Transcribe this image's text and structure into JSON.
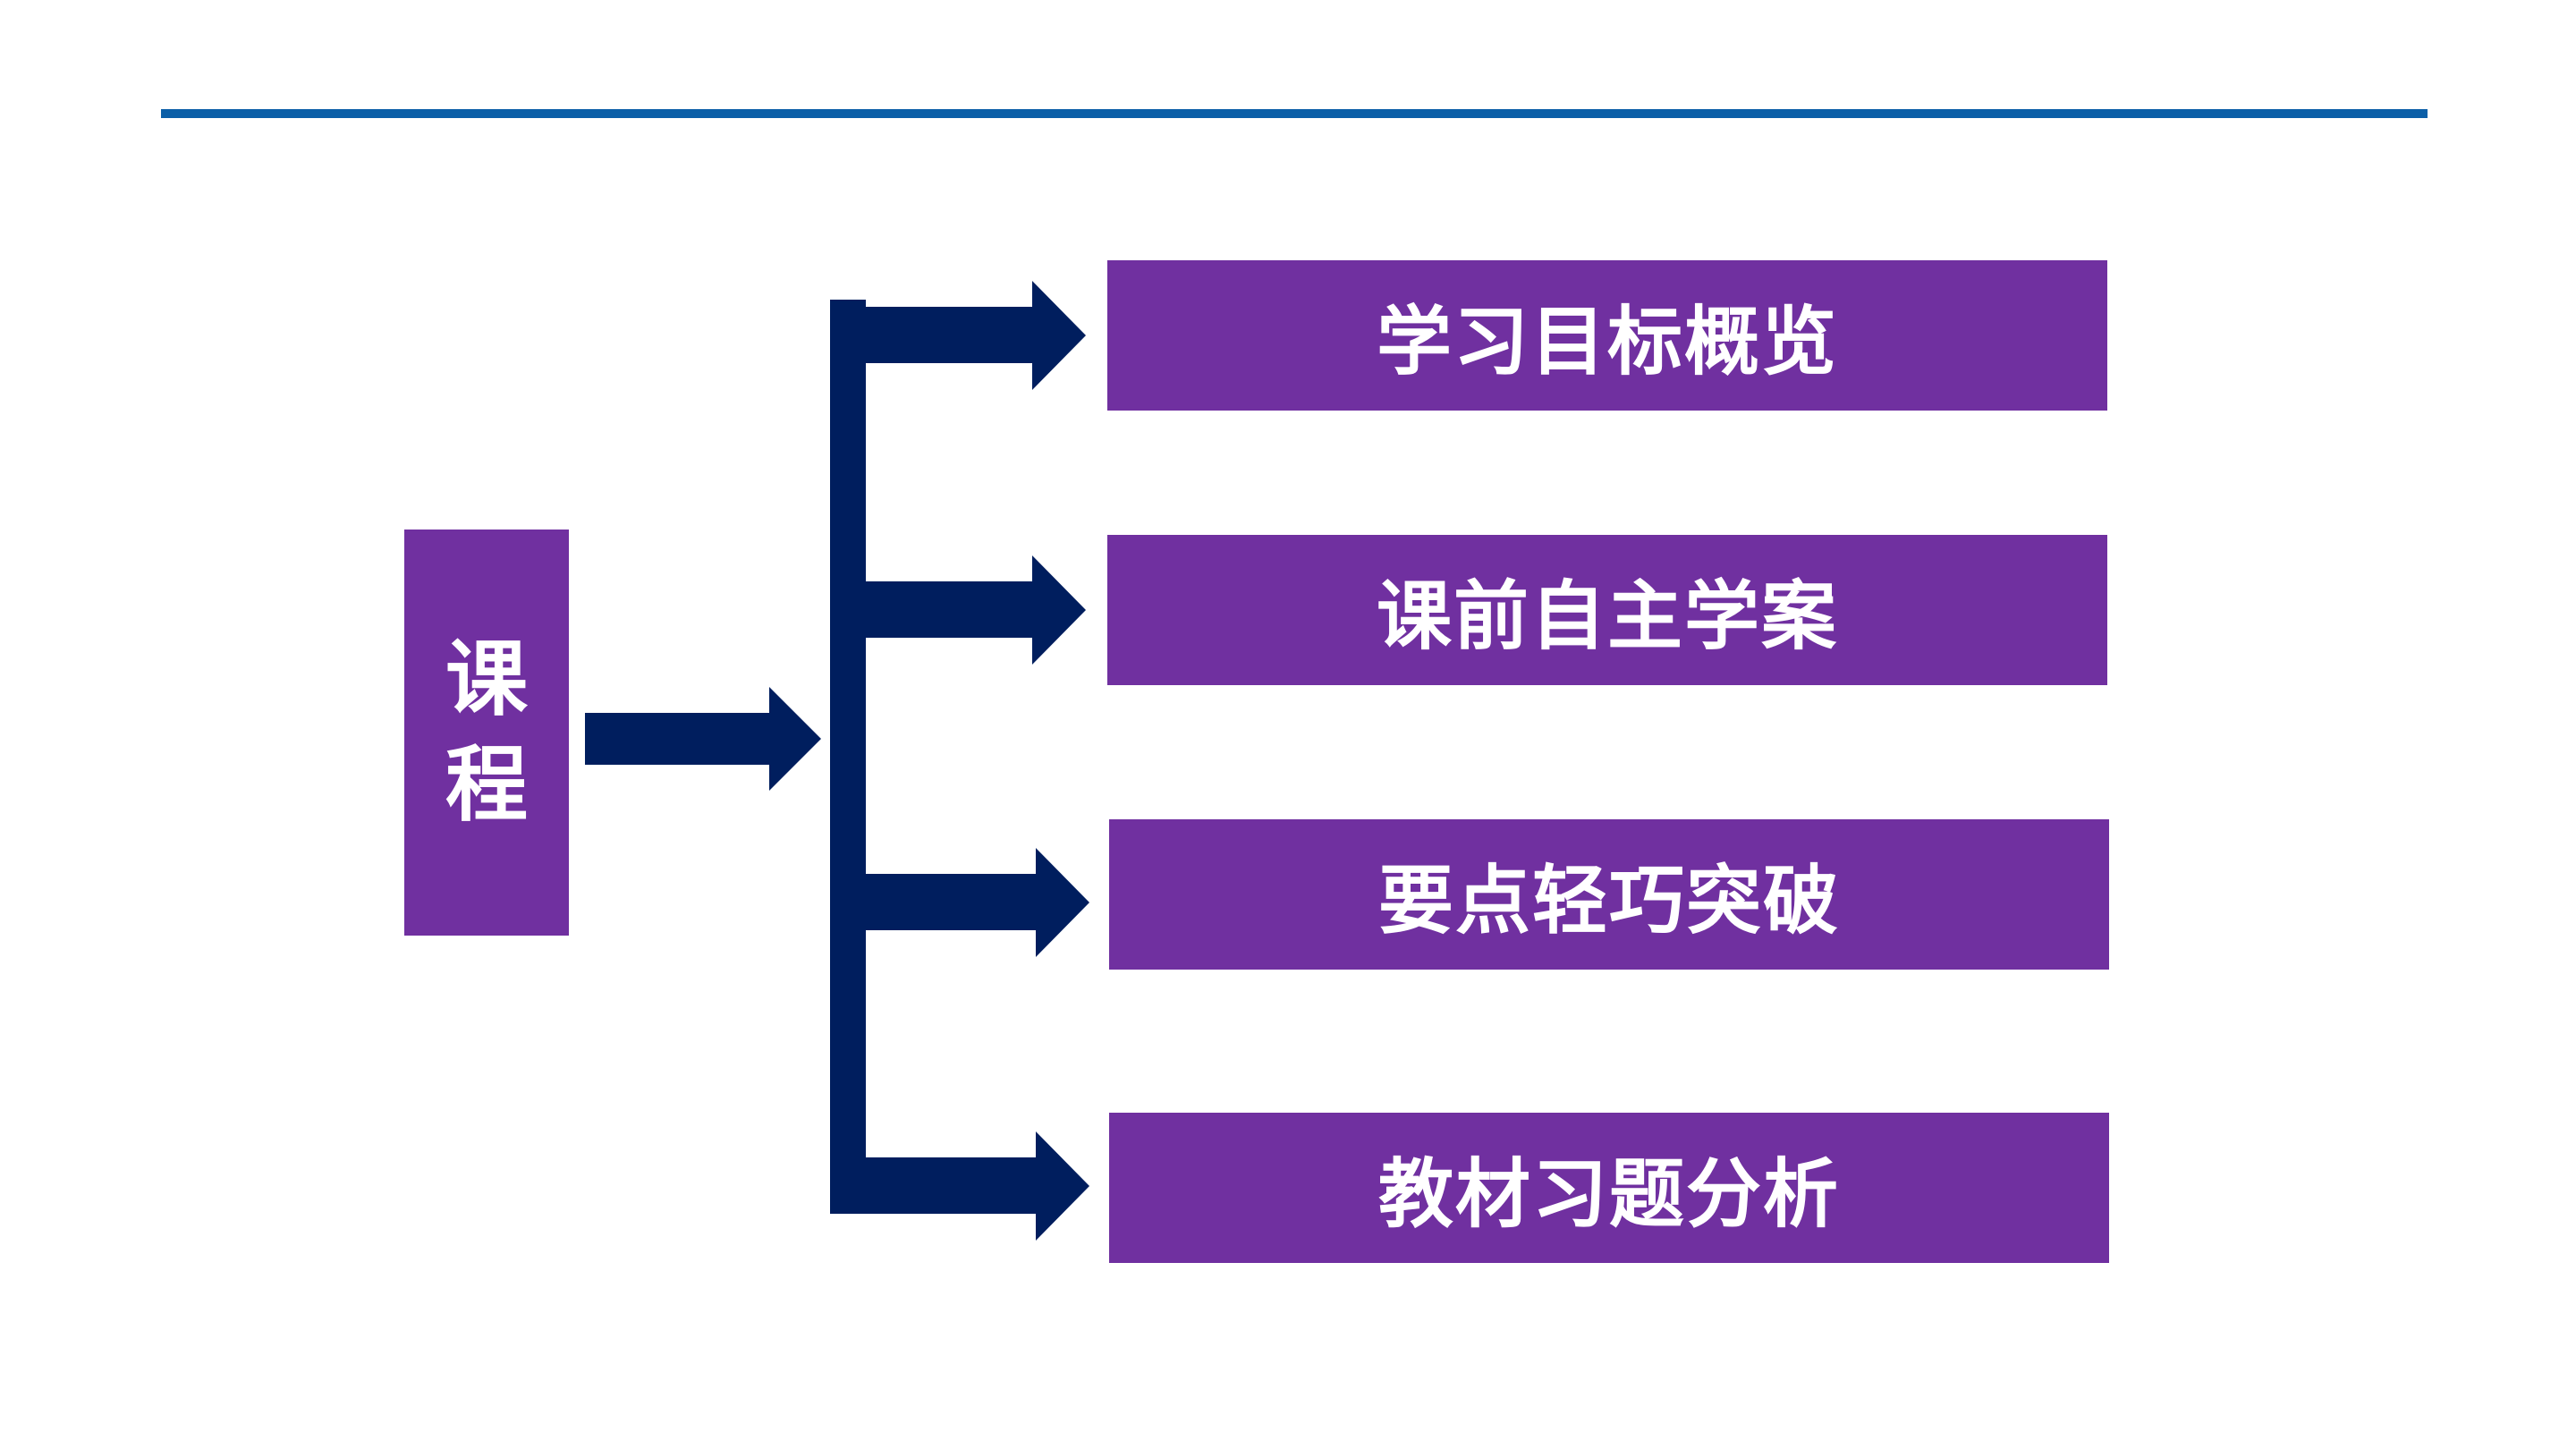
{
  "colors": {
    "rule": "#0b5fa8",
    "box_fill": "#7030a0",
    "box_text": "#ffffff",
    "connector": "#001e5e"
  },
  "root": {
    "label": "课程"
  },
  "branches": [
    {
      "label": "学习目标概览"
    },
    {
      "label": "课前自主学案"
    },
    {
      "label": "要点轻巧突破"
    },
    {
      "label": "教材习题分析"
    }
  ]
}
